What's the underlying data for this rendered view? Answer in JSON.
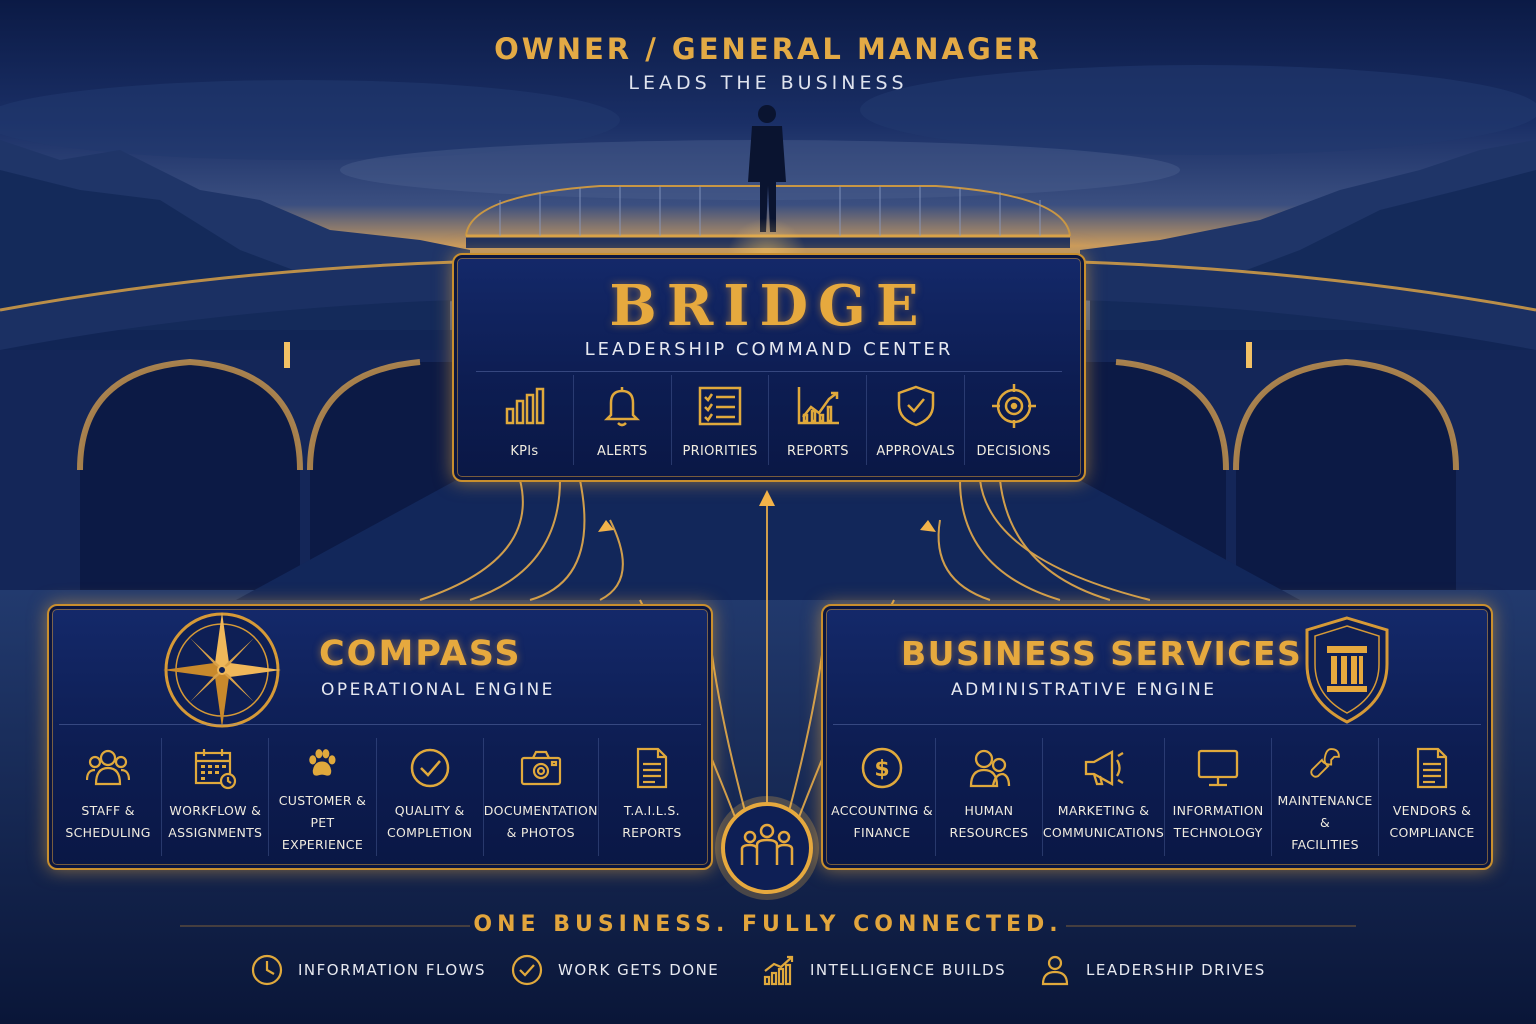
{
  "header": {
    "title": "OWNER / GENERAL MANAGER",
    "subtitle": "LEADS THE BUSINESS"
  },
  "bridge": {
    "title": "BRIDGE",
    "subtitle": "LEADERSHIP COMMAND CENTER",
    "items": [
      {
        "label": "KPIs",
        "icon": "bar-chart-icon"
      },
      {
        "label": "ALERTS",
        "icon": "bell-icon"
      },
      {
        "label": "PRIORITIES",
        "icon": "checklist-icon"
      },
      {
        "label": "REPORTS",
        "icon": "line-chart-icon"
      },
      {
        "label": "APPROVALS",
        "icon": "shield-check-icon"
      },
      {
        "label": "DECISIONS",
        "icon": "target-icon"
      }
    ]
  },
  "compass": {
    "title": "COMPASS",
    "subtitle": "OPERATIONAL ENGINE",
    "emblem": "compass-rose-icon",
    "items": [
      {
        "line1": "STAFF &",
        "line2": "SCHEDULING",
        "icon": "people-icon"
      },
      {
        "line1": "WORKFLOW &",
        "line2": "ASSIGNMENTS",
        "icon": "calendar-icon"
      },
      {
        "line1": "CUSTOMER &",
        "line2": "PET EXPERIENCE",
        "icon": "paw-icon"
      },
      {
        "line1": "QUALITY &",
        "line2": "COMPLETION",
        "icon": "check-circle-icon"
      },
      {
        "line1": "DOCUMENTATION",
        "line2": "& PHOTOS",
        "icon": "camera-icon"
      },
      {
        "line1": "T.A.I.L.S.",
        "line2": "REPORTS",
        "icon": "document-icon"
      }
    ]
  },
  "services": {
    "title": "BUSINESS SERVICES",
    "subtitle": "ADMINISTRATIVE ENGINE",
    "emblem": "pillar-shield-icon",
    "items": [
      {
        "line1": "ACCOUNTING &",
        "line2": "FINANCE",
        "icon": "dollar-coin-icon"
      },
      {
        "line1": "HUMAN",
        "line2": "RESOURCES",
        "icon": "person-group-icon"
      },
      {
        "line1": "MARKETING &",
        "line2": "COMMUNICATIONS",
        "icon": "megaphone-icon"
      },
      {
        "line1": "INFORMATION",
        "line2": "TECHNOLOGY",
        "icon": "monitor-icon"
      },
      {
        "line1": "MAINTENANCE &",
        "line2": "FACILITIES",
        "icon": "wrench-icon"
      },
      {
        "line1": "VENDORS &",
        "line2": "COMPLIANCE",
        "icon": "document-icon"
      }
    ]
  },
  "hub_icon": "team-icon",
  "tagline": "ONE BUSINESS. FULLY CONNECTED.",
  "legend": [
    {
      "label": "INFORMATION FLOWS",
      "icon": "clock-icon"
    },
    {
      "label": "WORK GETS DONE",
      "icon": "check-circle-icon"
    },
    {
      "label": "INTELLIGENCE BUILDS",
      "icon": "growth-chart-icon"
    },
    {
      "label": "LEADERSHIP DRIVES",
      "icon": "person-icon"
    }
  ],
  "colors": {
    "gold": "#e0a93c",
    "navy": "#0d1d52",
    "sky": "#1a2f66",
    "text_light": "#e6e8f0"
  }
}
